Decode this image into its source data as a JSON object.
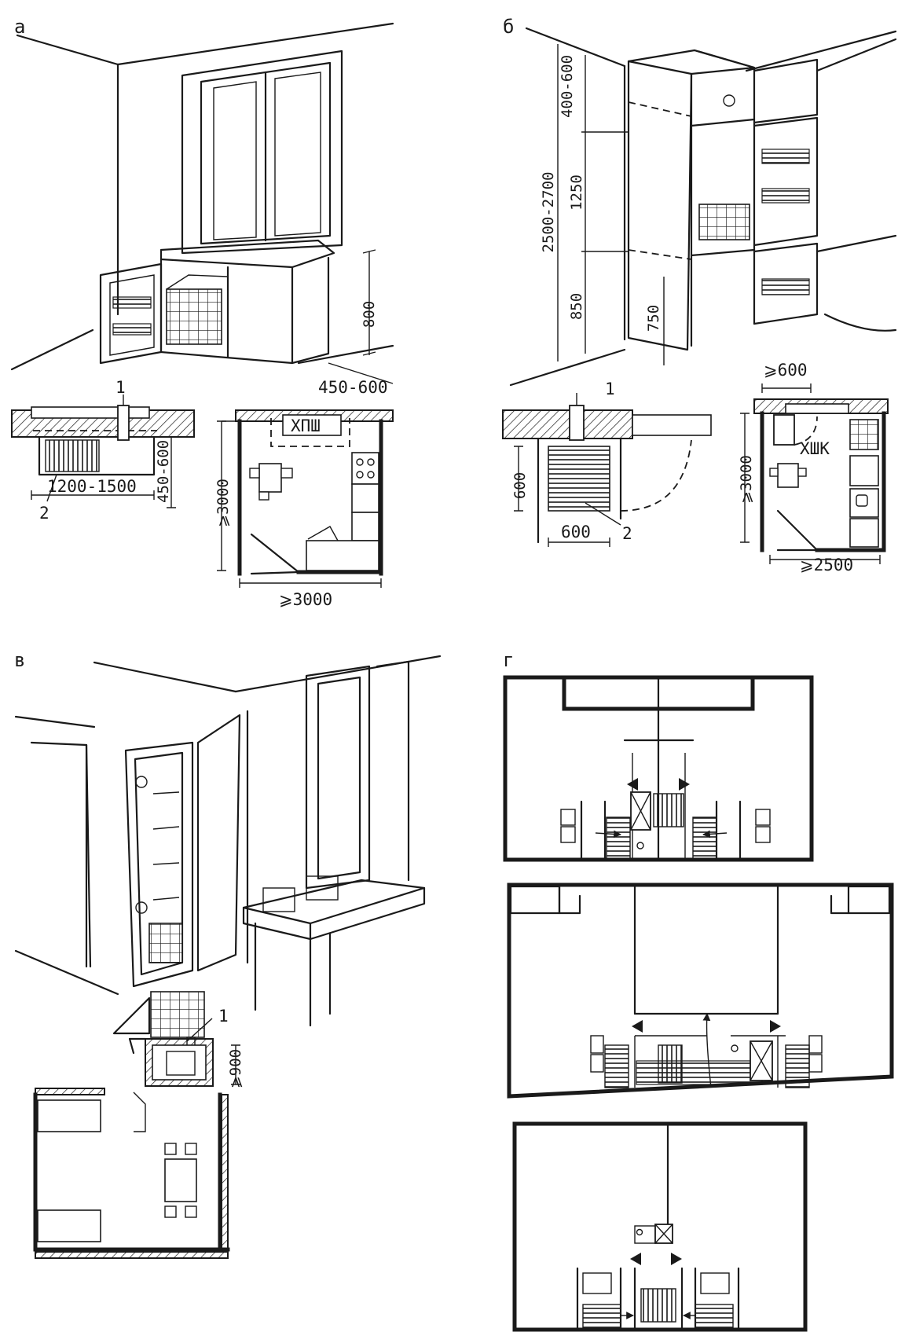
{
  "panels": {
    "a": {
      "letter": "а",
      "dims": {
        "d800": "800",
        "d450_600": "450-600",
        "d1200_1500": "1200-1500",
        "d450_600_plan": "450-600",
        "d3000_v": "⩾3000",
        "d3000_h": "⩾3000"
      },
      "callouts": {
        "c1": "1",
        "c2": "2"
      },
      "room_label": "ХПШ"
    },
    "b": {
      "letter": "б",
      "dims": {
        "d400_600": "400-600",
        "d2500_2700": "2500-2700",
        "d1250": "1250",
        "d850": "850",
        "d750": "750",
        "d600_top": "⩾600",
        "d600_v": "600",
        "d600_h": "600",
        "d3000": "⩾3000",
        "d2500": "⩾2500"
      },
      "callouts": {
        "c1": "1",
        "c2": "2"
      },
      "room_label": "ХШК"
    },
    "v": {
      "letter": "в",
      "dims": {
        "d900": "⩾900"
      },
      "callouts": {
        "c1": "1"
      }
    },
    "g": {
      "letter": "г"
    }
  }
}
